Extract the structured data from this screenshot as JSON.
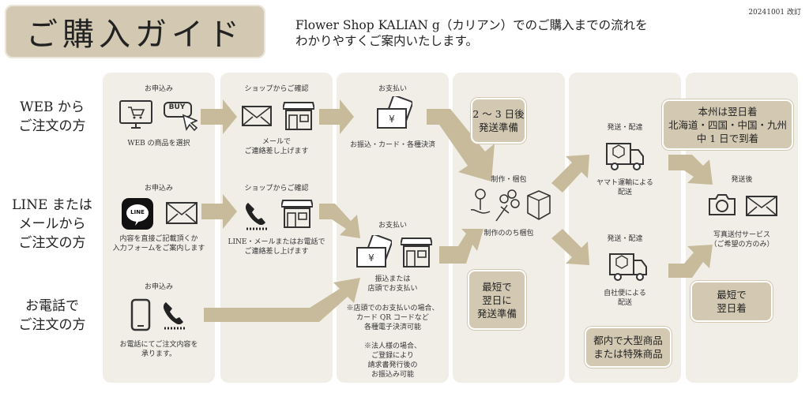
{
  "title": "ご購入ガイド",
  "intro": [
    "Flower Shop KALIAN g（カリアン）でのご購入までの流れを",
    "わかりやすくご案内いたします。"
  ],
  "revision": "20241001 改訂",
  "rows": [
    {
      "label": [
        "WEB から",
        "ご注文の方"
      ]
    },
    {
      "label": [
        "LINE または",
        "メールから",
        "ご注文の方"
      ]
    },
    {
      "label": [
        "お電話で",
        "ご注文の方"
      ]
    }
  ],
  "col1": {
    "h_web": "お申込み",
    "web_note": "WEB の商品を選択",
    "buy": "BUY",
    "h_line": "お申込み",
    "line_note": [
      "内容を直接ご記載頂くか",
      "入力フォームをご案内します"
    ],
    "line_logo": "LINE",
    "h_tel": "お申込み",
    "tel_note": [
      "お電話にてご注文内容を",
      "承ります。"
    ]
  },
  "col2": {
    "h_web": "ショップからご確認",
    "web_note": [
      "メールで",
      "ご連絡差し上げます"
    ],
    "h_line": "ショップからご確認",
    "line_note": [
      "LINE・メールまたはお電話で",
      "ご連絡差し上げます"
    ]
  },
  "col3": {
    "h_web": "お支払い",
    "web_note": "お振込・カード・各種決済",
    "h_tel": "お支払い",
    "tel_note": [
      "振込または",
      "店頭でお支払い"
    ],
    "note_store": [
      "※店頭でのお支払いの場合、",
      "カード QR コードなど",
      "各種電子決済可能"
    ],
    "note_corp": [
      "※法人様の場合、",
      "ご登録により",
      "請求書発行後の",
      "お振込み可能"
    ]
  },
  "col4": {
    "badge_top": [
      "2 ～ 3 日後",
      "発送準備"
    ],
    "h_make": "制作・梱包",
    "make_note": "制作ののち梱包",
    "badge_bottom": [
      "最短で",
      "翌日に",
      "発送準備"
    ]
  },
  "col5": {
    "h_yamato": "発送・配達",
    "yamato_note": [
      "ヤマト運輸による",
      "配送"
    ],
    "h_own": "発送・配達",
    "own_note": [
      "自社便による",
      "配送"
    ],
    "badge": [
      "都内で大型商品",
      "または特殊商品"
    ]
  },
  "col6": {
    "badge_top": [
      "本州は翌日着",
      "北海道・四国・中国・九州",
      "中 1 日で到着"
    ],
    "h_after": "発送後",
    "after_note": [
      "写真送付サービス",
      "（ご希望の方のみ）"
    ],
    "badge_bottom": [
      "最短で",
      "翌日着"
    ]
  },
  "colors": {
    "panel": "#f1eee8",
    "arrow": "#c8bb9b",
    "badge": "#d3c9b3",
    "icon": "#333333"
  }
}
